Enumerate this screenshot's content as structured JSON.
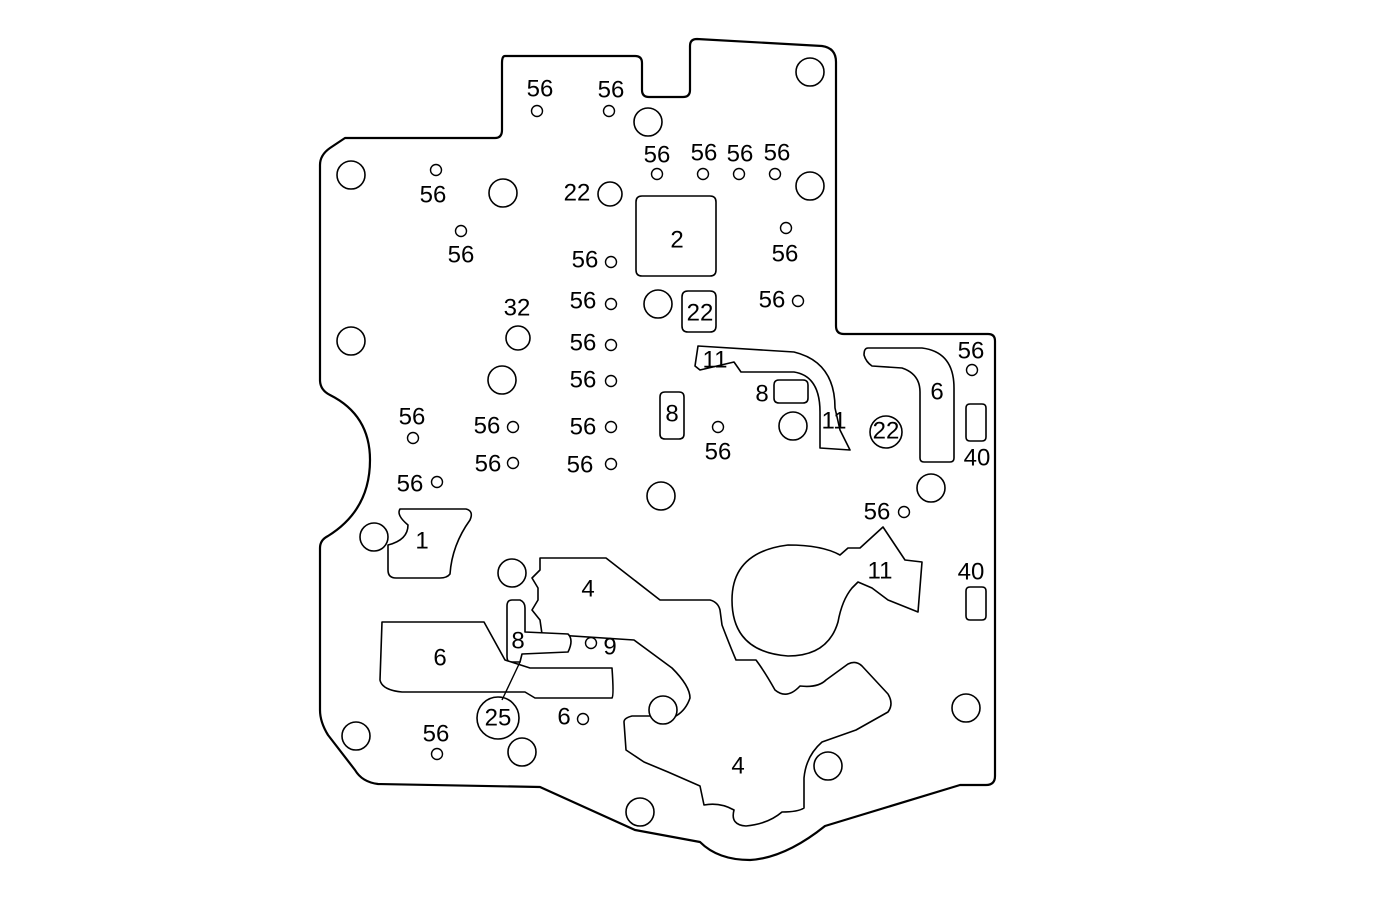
{
  "labels": [
    "56",
    "56",
    "56",
    "56",
    "56",
    "56",
    "56",
    "56",
    "56",
    "22",
    "2",
    "56",
    "56",
    "56",
    "32",
    "22",
    "56",
    "11",
    "56",
    "8",
    "56",
    "6",
    "8",
    "11",
    "22",
    "56",
    "56",
    "56",
    "40",
    "56",
    "56",
    "56",
    "56",
    "1",
    "56",
    "11",
    "4",
    "40",
    "8",
    "9",
    "6",
    "6",
    "25",
    "56",
    "4"
  ],
  "colors": {
    "ink": "#000000",
    "paper": "#ffffff"
  }
}
